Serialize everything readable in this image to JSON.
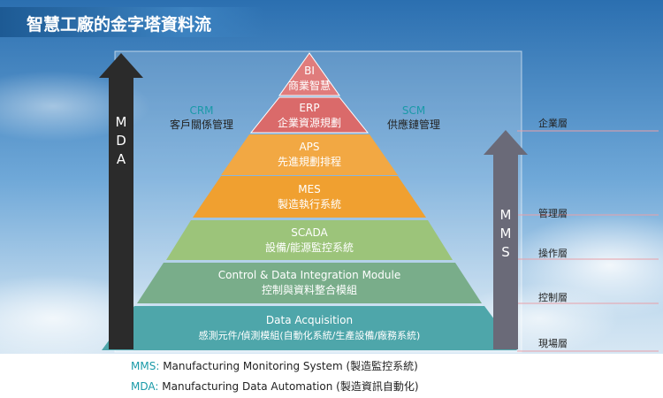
{
  "title": "智慧工廠的金字塔資料流",
  "colors": {
    "sky_top": "#2f76b8",
    "title_text": "#ffffff",
    "title_bar": "#2a6aa8",
    "tier_bi": "#e27b7b",
    "tier_erp": "#dc6c6c",
    "tier_aps": "#f2a843",
    "tier_mes": "#f0a033",
    "tier_scada": "#9ac478",
    "tier_control": "#78ad8a",
    "tier_data": "#4da8ac",
    "mda_arrow": "#2a2a2a",
    "mms_arrow": "#6b6b7a",
    "accent_teal": "#1a9aa8"
  },
  "pyramid": {
    "bi": {
      "en": "BI",
      "zh": "商業智慧"
    },
    "erp": {
      "en": "ERP",
      "zh": "企業資源規劃"
    },
    "aps": {
      "en": "APS",
      "zh": "先進規劃排程"
    },
    "mes": {
      "en": "MES",
      "zh": "製造執行系統"
    },
    "scada": {
      "en": "SCADA",
      "zh": "設備/能源監控系統"
    },
    "control": {
      "en": "Control & Data Integration Module",
      "zh": "控制與資料整合模組"
    },
    "data": {
      "en": "Data Acquisition",
      "zh": "感測元件/偵測模組(自動化系統/生產設備/廠務系統)"
    }
  },
  "side": {
    "crm": {
      "en": "CRM",
      "zh": "客戶關係管理"
    },
    "scm": {
      "en": "SCM",
      "zh": "供應鏈管理"
    }
  },
  "arrows": {
    "mda": [
      "M",
      "D",
      "A"
    ],
    "mms": [
      "M",
      "M",
      "S"
    ]
  },
  "layers": [
    "企業層",
    "管理層",
    "操作層",
    "控制層",
    "現場層"
  ],
  "legend": {
    "mms_abbr": "MMS:",
    "mms_desc": " Manufacturing Monitoring System (製造監控系統)",
    "mda_abbr": "MDA:",
    "mda_desc": " Manufacturing Data Automation (製造資訊自動化)"
  }
}
